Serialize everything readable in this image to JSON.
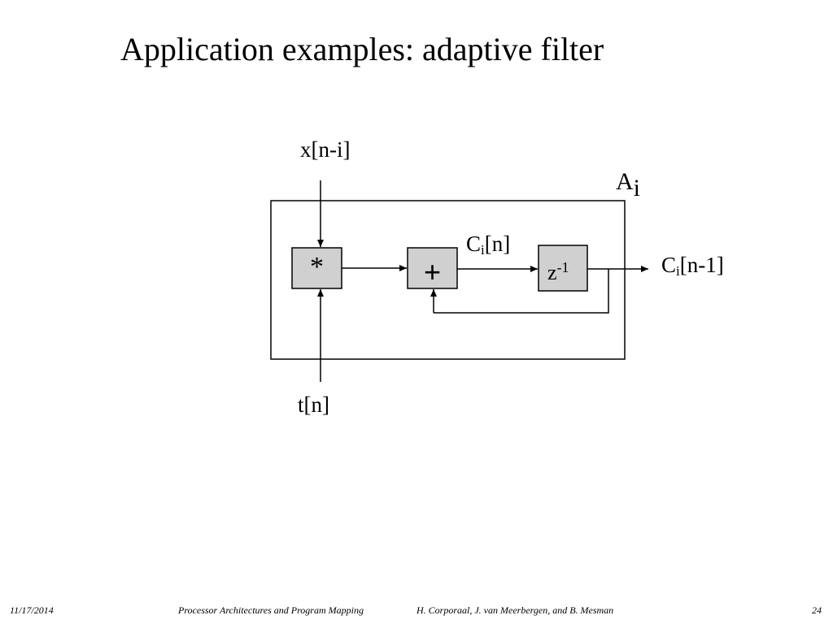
{
  "slide": {
    "title": "Application examples: adaptive filter"
  },
  "diagram": {
    "input_top": "x[n-i]",
    "input_bottom": "t[n]",
    "container_label": "A",
    "container_label_sub": "i",
    "multiply_symbol": "*",
    "add_symbol": "+",
    "delay_base": "z",
    "delay_exp": "-1",
    "internal_label_base": "C",
    "internal_label_sub": "i",
    "internal_label_rest": "[n]",
    "output_label_base": "C",
    "output_label_sub": "i",
    "output_label_rest": "[n-1]"
  },
  "footer": {
    "date": "11/17/2014",
    "course": "Processor Architectures and Program Mapping",
    "authors": "H. Corporaal,  J. van Meerbergen, and B. Mesman",
    "page": "24"
  }
}
